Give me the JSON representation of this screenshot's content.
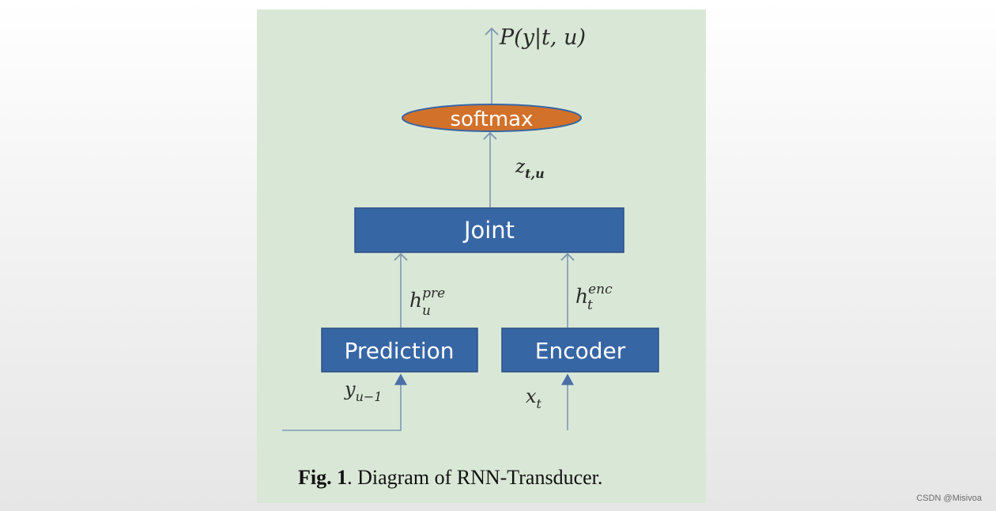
{
  "diagram": {
    "output_label": {
      "main": "P(y|t, u)"
    },
    "softmax_label": "softmax",
    "z_label": {
      "base": "z",
      "sub": "t,u"
    },
    "joint_label": "Joint",
    "h_pre_label": {
      "base": "h",
      "sup": "pre",
      "sub": "u"
    },
    "h_enc_label": {
      "base": "h",
      "sup": "enc",
      "sub": "t"
    },
    "prediction_label": "Prediction",
    "encoder_label": "Encoder",
    "y_label": {
      "base": "y",
      "sub": "u−1"
    },
    "x_label": {
      "base": "x",
      "sub": "t"
    },
    "caption": {
      "bold": "Fig. 1",
      "rest": ". Diagram of RNN-Transducer."
    },
    "colors": {
      "box": "#3766a5",
      "ellipse": "#d2712a",
      "arrow": "#7d97b3",
      "panel": "#d9e8d6"
    }
  },
  "watermark": "CSDN @Misivoa"
}
